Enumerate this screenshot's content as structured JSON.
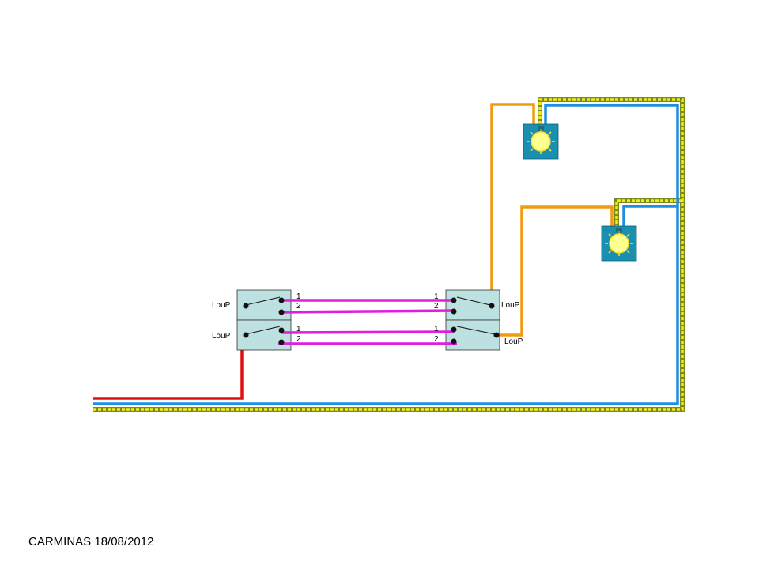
{
  "diagram": {
    "switch_labels": {
      "left_top": "LouP",
      "left_bottom": "LouP",
      "right_top": "LouP",
      "right_bottom": "LouP"
    },
    "terminals": {
      "one": "1",
      "two": "2"
    },
    "colors": {
      "phase": "#e01010",
      "neutral": "#1e8fe0",
      "earth_yellow": "#f0ee10",
      "earth_green": "#7a8a20",
      "return": "#f29a10",
      "traveller": "#e01ee0",
      "switch_box": "#bde0e0",
      "lamp_box": "#1a8fb0",
      "lamp_glow": "#ffff90"
    },
    "icons": [
      "lamp-icon",
      "switch-icon"
    ]
  },
  "footer": {
    "author": "CARMINAS",
    "date": "18/08/2012"
  }
}
